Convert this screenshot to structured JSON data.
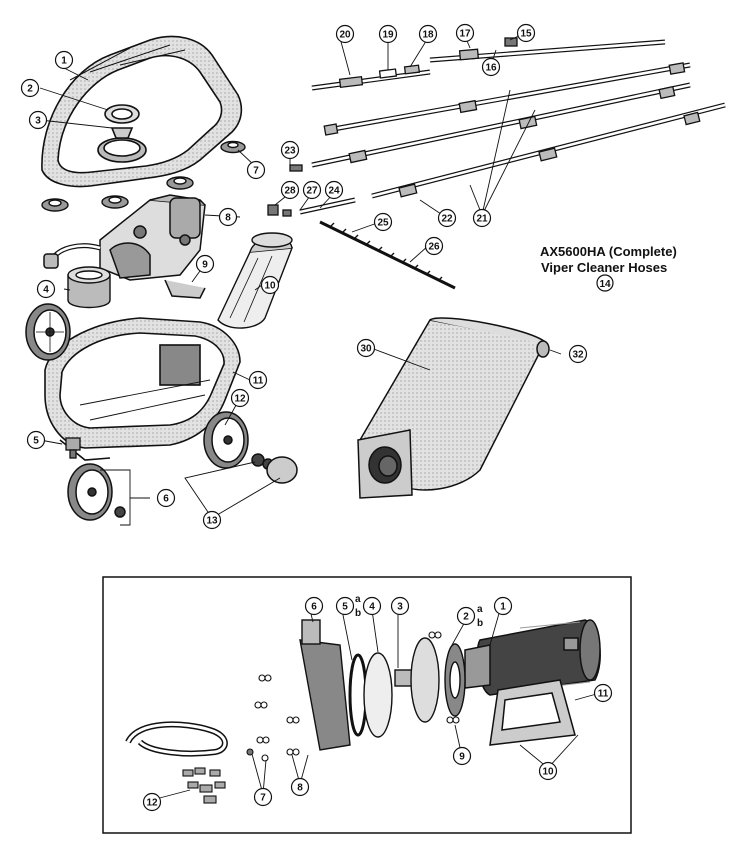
{
  "title": {
    "line1": "AX5600HA (Complete)",
    "line2": "Viper Cleaner Hoses",
    "callout": "14"
  },
  "cleaner_callouts": [
    "1",
    "2",
    "3",
    "4",
    "5",
    "6",
    "7",
    "8",
    "9",
    "10",
    "11",
    "12",
    "13",
    "15",
    "16",
    "17",
    "18",
    "19",
    "20",
    "21",
    "22",
    "23",
    "24",
    "25",
    "26",
    "27",
    "28",
    "30",
    "32"
  ],
  "pump_callouts": [
    "1",
    "2",
    "3",
    "4",
    "5",
    "6",
    "7",
    "8",
    "9",
    "10",
    "11",
    "12"
  ],
  "pump_suffix_a": "a",
  "pump_suffix_b": "b",
  "colors": {
    "ink": "#111111",
    "paper": "#ffffff",
    "shade": "#c8c8c8",
    "dark": "#555555"
  }
}
